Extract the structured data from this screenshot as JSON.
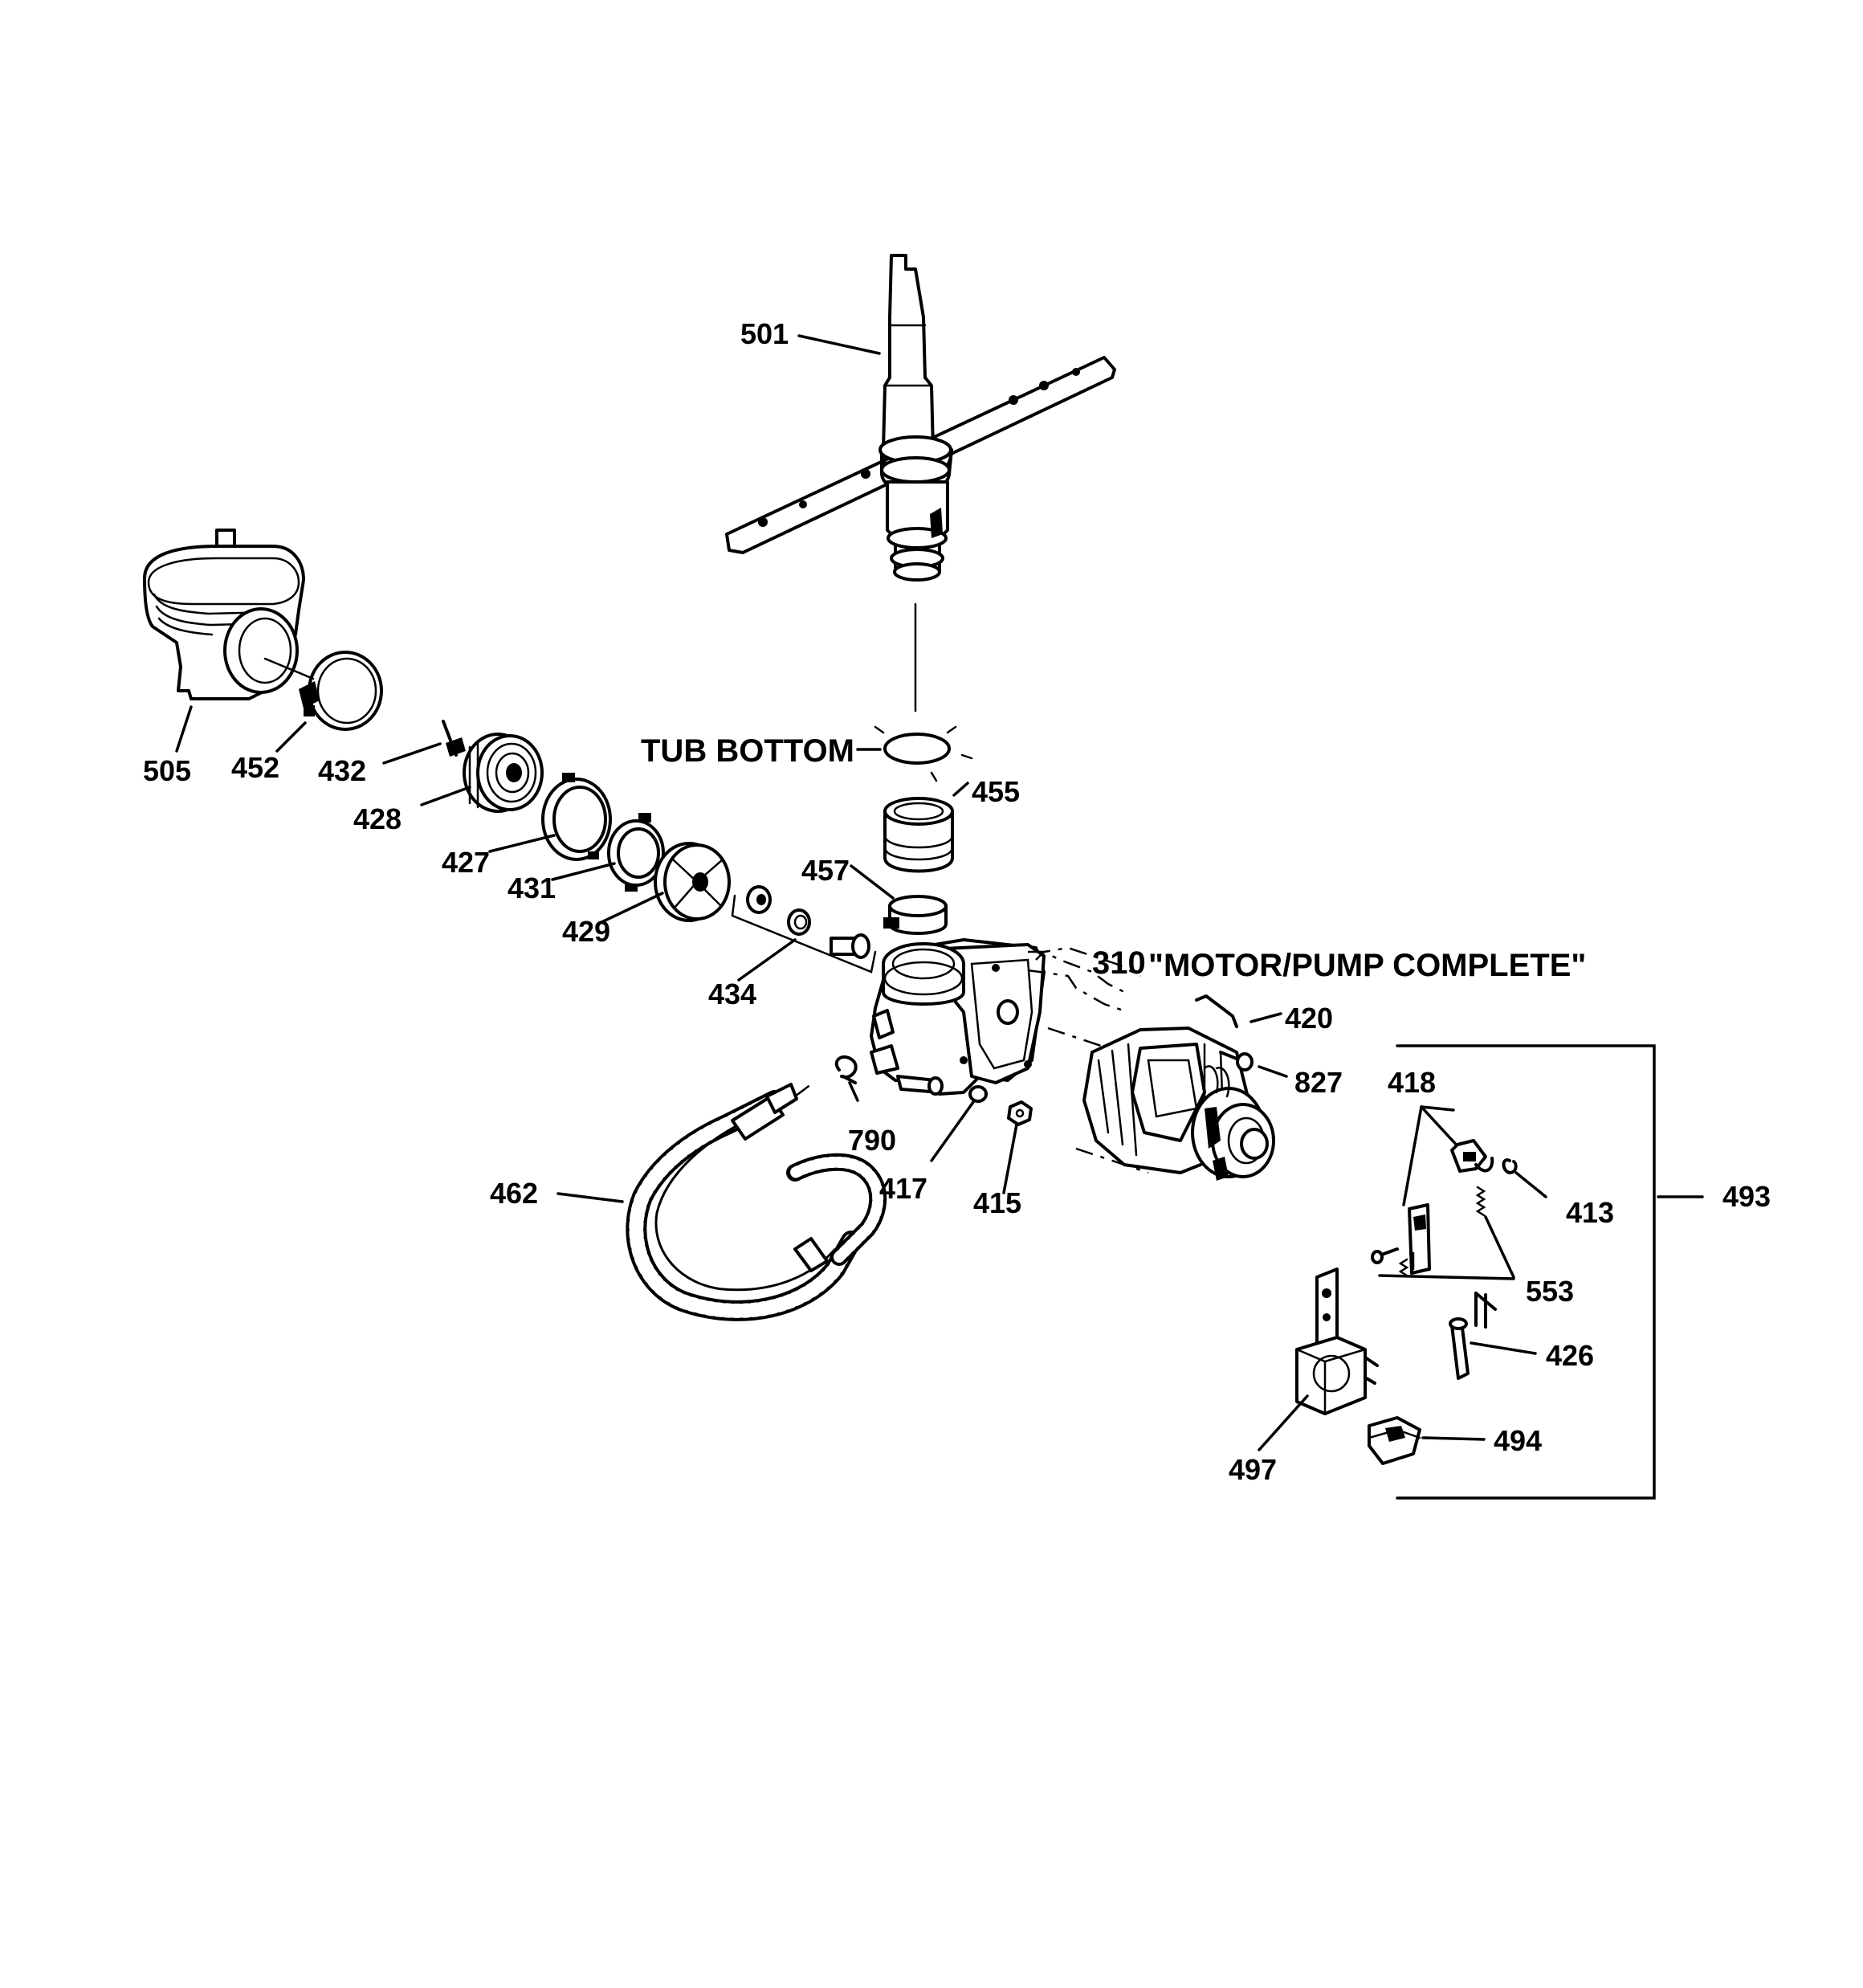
{
  "callouts": {
    "c501": "501",
    "c505": "505",
    "c452": "452",
    "c432": "432",
    "c428": "428",
    "c427": "427",
    "c431": "431",
    "c429": "429",
    "c434": "434",
    "c455": "455",
    "c457": "457",
    "c420": "420",
    "c827": "827",
    "c790": "790",
    "c417": "417",
    "c415": "415",
    "c462": "462",
    "c418": "418",
    "c413": "413",
    "c493": "493",
    "c553": "553",
    "c426": "426",
    "c494": "494",
    "c497": "497"
  },
  "labels": {
    "tub_bottom": "TUB BOTTOM",
    "motor_pump_number": "310",
    "motor_pump_text": "\"MOTOR/PUMP COMPLETE\""
  }
}
